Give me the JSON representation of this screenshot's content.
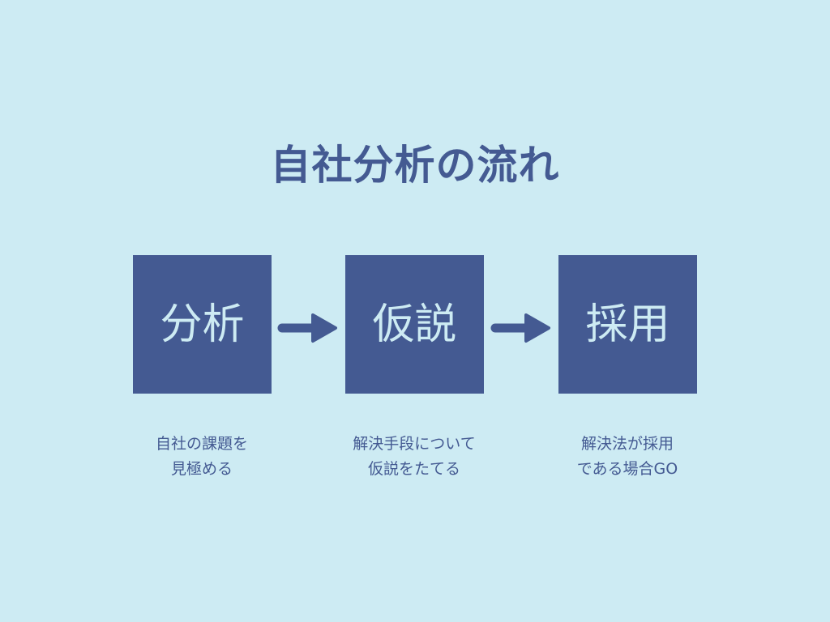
{
  "title": "自社分析の流れ",
  "colors": {
    "background": "#cdebf3",
    "box": "#445a92",
    "box_text": "#cdebf3",
    "text": "#445a92"
  },
  "steps": [
    {
      "label": "分析",
      "caption": [
        "自社の課題を",
        "見極める"
      ]
    },
    {
      "label": "仮説",
      "caption": [
        "解決手段について",
        "仮説をたてる"
      ]
    },
    {
      "label": "採用",
      "caption": [
        "解決法が採用",
        "である場合GO"
      ]
    }
  ],
  "connectors": [
    {
      "from": "分析",
      "to": "仮説",
      "icon": "arrow-right-icon"
    },
    {
      "from": "仮説",
      "to": "採用",
      "icon": "arrow-right-icon"
    }
  ]
}
